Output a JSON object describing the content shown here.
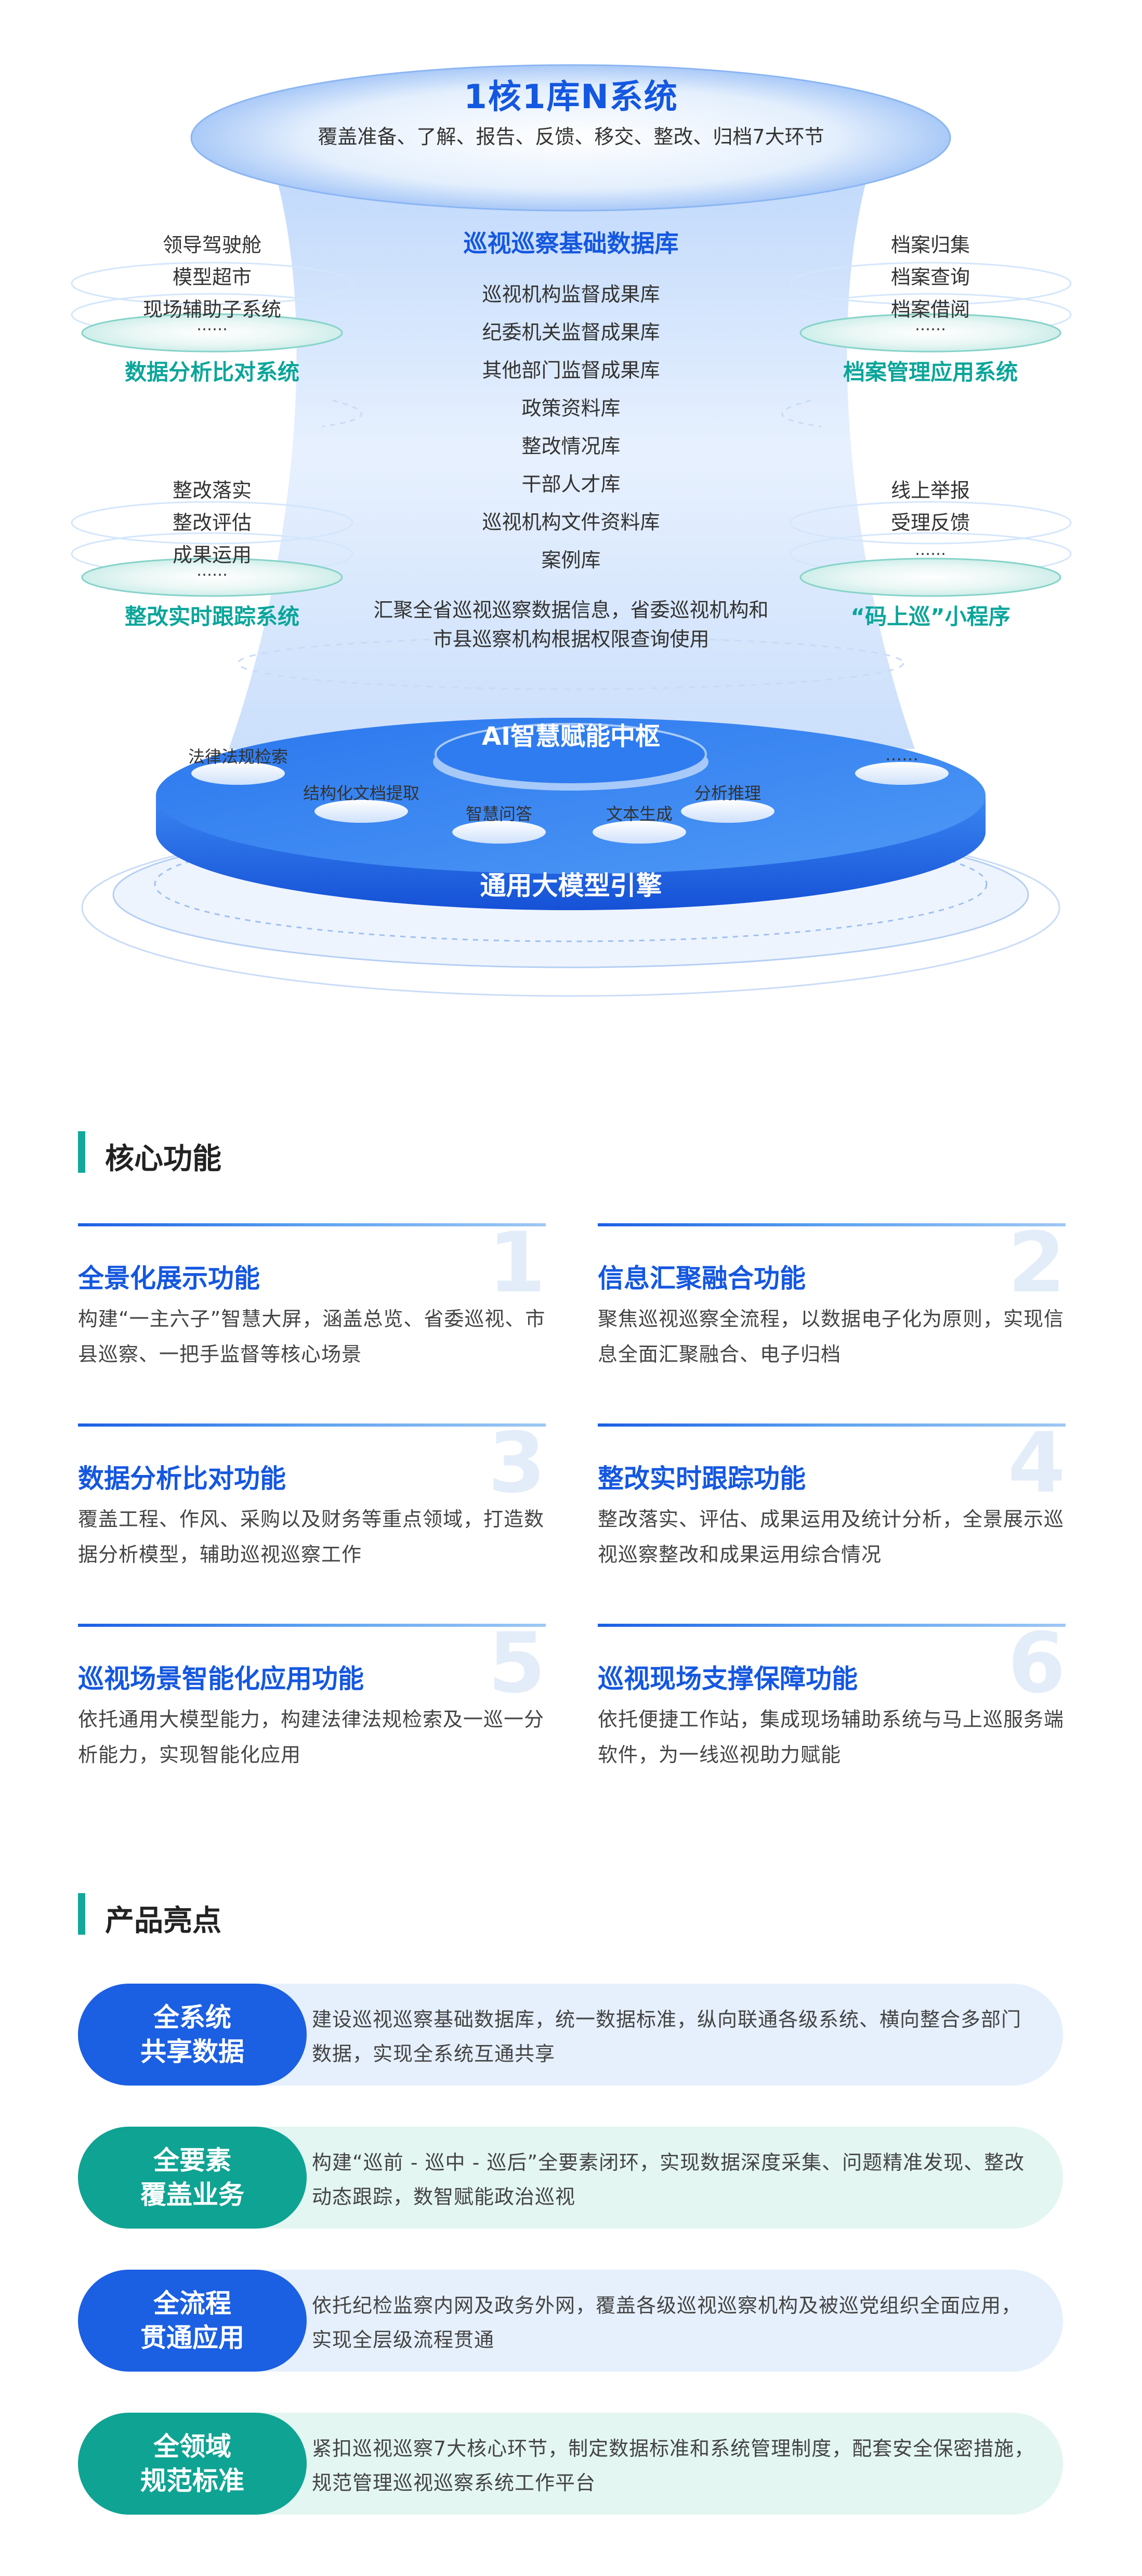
{
  "header": {
    "title": "1核1库N系统",
    "subtitle": "覆盖准备、了解、报告、反馈、移交、整改、归档7大环节"
  },
  "database": {
    "title": "巡视巡察基础数据库",
    "items": [
      "巡视机构监督成果库",
      "纪委机关监督成果库",
      "其他部门监督成果库",
      "政策资料库",
      "整改情况库",
      "干部人才库",
      "巡视机构文件资料库",
      "案例库"
    ],
    "desc_line1": "汇聚全省巡视巡察数据信息，省委巡视机构和",
    "desc_line2": "市县巡察机构根据权限查询使用"
  },
  "side_systems": {
    "left_top": {
      "items": [
        "领导驾驶舱",
        "模型超市",
        "现场辅助子系统",
        "……"
      ],
      "title": "数据分析比对系统"
    },
    "left_bottom": {
      "items": [
        "整改落实",
        "整改评估",
        "成果运用",
        "……"
      ],
      "title": "整改实时跟踪系统"
    },
    "right_top": {
      "items": [
        "档案归集",
        "档案查询",
        "档案借阅",
        "……"
      ],
      "title": "档案管理应用系统"
    },
    "right_bottom": {
      "items": [
        "线上举报",
        "受理反馈",
        "……"
      ],
      "title": "“码上巡”小程序"
    }
  },
  "ai_hub": {
    "title": "AI智慧赋能中枢",
    "engine": "通用大模型引擎",
    "modules": [
      "法律法规检索",
      "结构化文档提取",
      "智慧问答",
      "文本生成",
      "分析推理",
      "……"
    ]
  },
  "core_functions": {
    "heading": "核心功能",
    "items": [
      {
        "num": "1",
        "title": "全景化展示功能",
        "desc": "构建“一主六子”智慧大屏，涵盖总览、省委巡视、市县巡察、一把手监督等核心场景"
      },
      {
        "num": "2",
        "title": "信息汇聚融合功能",
        "desc": "聚焦巡视巡察全流程，以数据电子化为原则，实现信息全面汇聚融合、电子归档"
      },
      {
        "num": "3",
        "title": "数据分析比对功能",
        "desc": "覆盖工程、作风、采购以及财务等重点领域，打造数据分析模型，辅助巡视巡察工作"
      },
      {
        "num": "4",
        "title": "整改实时跟踪功能",
        "desc": "整改落实、评估、成果运用及统计分析，全景展示巡视巡察整改和成果运用综合情况"
      },
      {
        "num": "5",
        "title": "巡视场景智能化应用功能",
        "desc": "依托通用大模型能力，构建法律法规检索及一巡一分析能力，实现智能化应用"
      },
      {
        "num": "6",
        "title": "巡视现场支撑保障功能",
        "desc": "依托便捷工作站，集成现场辅助系统与马上巡服务端软件，为一线巡视助力赋能"
      }
    ]
  },
  "highlights": {
    "heading": "产品亮点",
    "items": [
      {
        "line1": "全系统",
        "line2": "共享数据",
        "desc": "建设巡视巡察基础数据库，统一数据标准，纵向联通各级系统、横向整合多部门数据，实现全系统互通共享",
        "color": "#1b5fe3",
        "bg": "#e6f0fd"
      },
      {
        "line1": "全要素",
        "line2": "覆盖业务",
        "desc": "构建“巡前 - 巡中 - 巡后”全要素闭环，实现数据深度采集、问题精准发现、整改动态跟踪，数智赋能政治巡视",
        "color": "#0fa393",
        "bg": "#e3f6f2"
      },
      {
        "line1": "全流程",
        "line2": "贯通应用",
        "desc": "依托纪检监察内网及政务外网，覆盖各级巡视巡察机构及被巡党组织全面应用，实现全层级流程贯通",
        "color": "#1b5fe3",
        "bg": "#e6f0fd"
      },
      {
        "line1": "全领域",
        "line2": "规范标准",
        "desc": "紧扣巡视巡察7大核心环节，制定数据标准和系统管理制度，配套安全保密措施，规范管理巡视巡察系统工作平台",
        "color": "#0fa393",
        "bg": "#e3f6f2"
      }
    ]
  },
  "colors": {
    "primary": "#1457e0",
    "teal": "#0aa59a",
    "accent_bar": "#14a89a"
  }
}
